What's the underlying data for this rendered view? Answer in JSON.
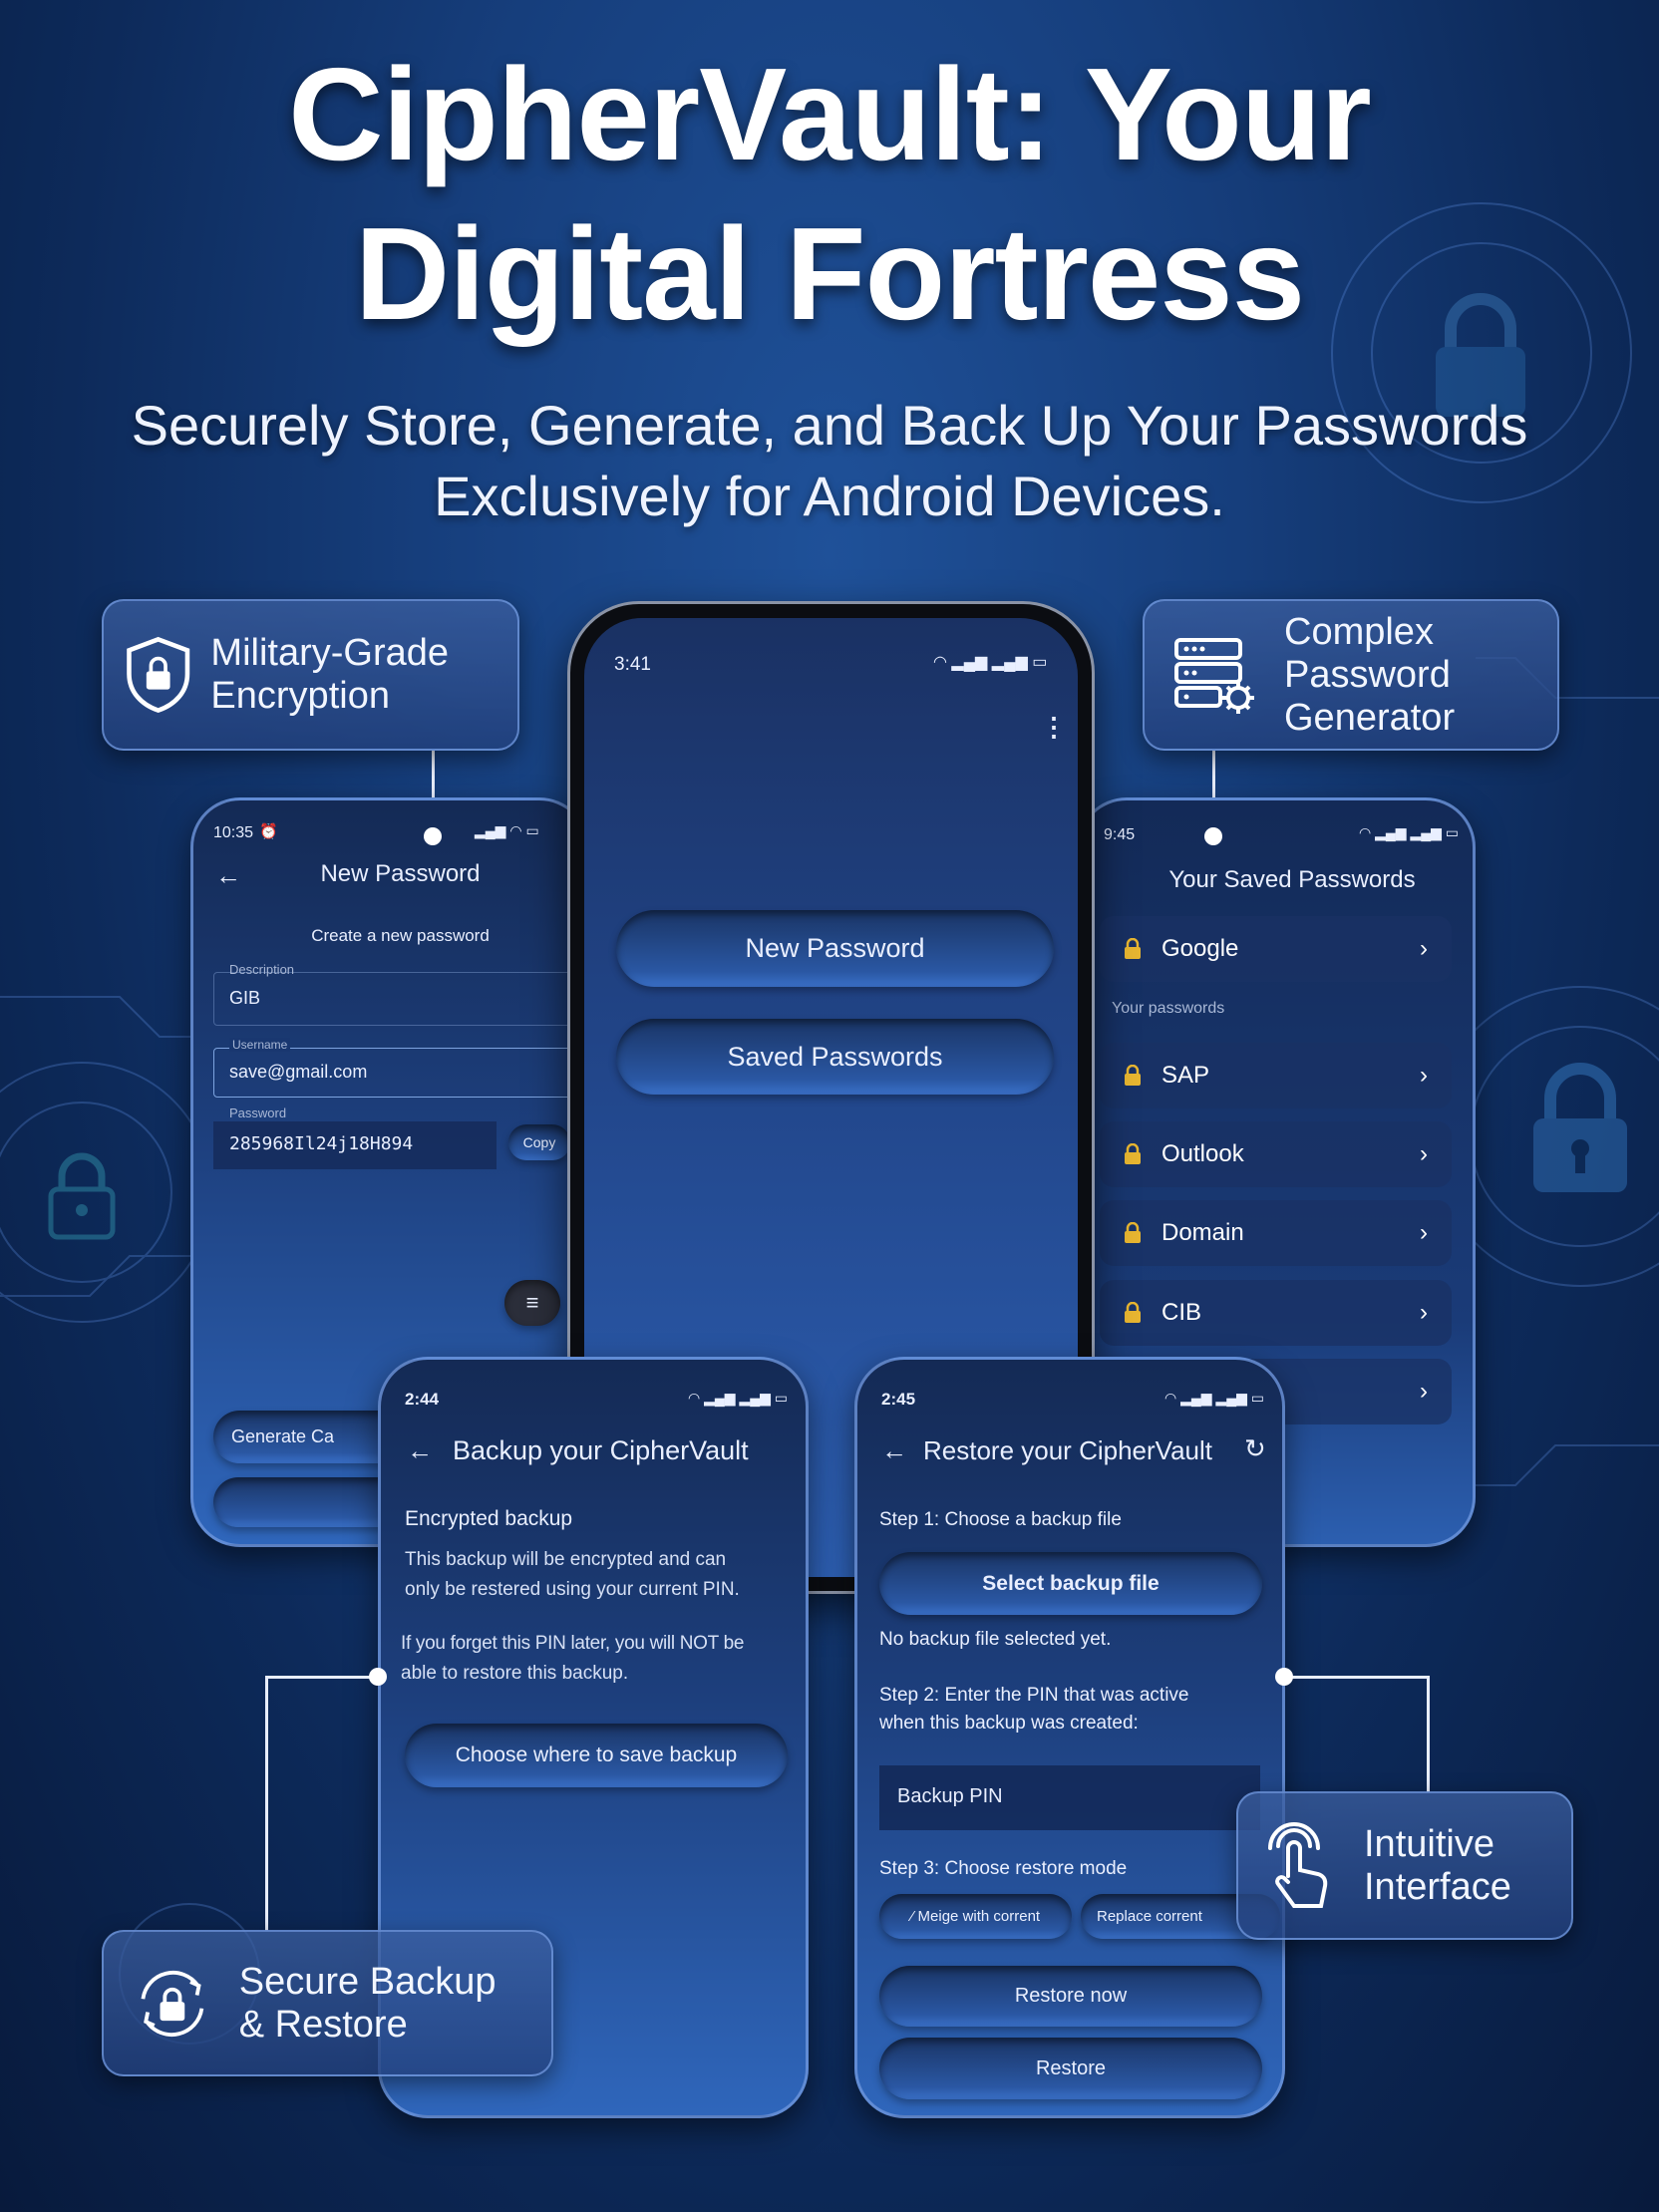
{
  "hero": {
    "title_line1": "CipherVault: Your",
    "title_line2": "Digital Fortress",
    "subtitle_line1": "Securely Store, Generate, and Back Up Your Passwords",
    "subtitle_line2": "Exclusively for Android Devices."
  },
  "callouts": {
    "encryption": "Military-Grade Encryption",
    "generator": "Complex Password Generator",
    "backup": "Secure Backup & Restore",
    "interface": "Intuitive Interface"
  },
  "new_password_screen": {
    "time": "10:35",
    "title": "New Password",
    "heading": "Create a new password",
    "description_label": "Description",
    "description_value": "GIB",
    "username_label": "Username",
    "username_value": "save@gmail.com",
    "password_label": "Password",
    "password_value": "285968Il24j18H894",
    "copy_label": "Copy",
    "generate_label": "Generate Ca"
  },
  "home_screen": {
    "time": "3:41",
    "new_password": "New Password",
    "saved_passwords": "Saved Passwords"
  },
  "saved_screen": {
    "time": "9:45",
    "title": "Your Saved Passwords",
    "section_label": "Your passwords",
    "items": [
      "Google",
      "SAP",
      "Outlook",
      "Domain",
      "CIB",
      ""
    ]
  },
  "backup_screen": {
    "time": "2:44",
    "title": "Backup your CipherVault",
    "heading": "Encrypted backup",
    "para1_line1": "This backup will be encrypted and can",
    "para1_line2": "only be restered using your current PIN.",
    "para2_line1": "If you forget this PIN later, you will NOT be",
    "para2_line2": "able to restore this backup.",
    "choose_button": "Choose where to save backup"
  },
  "restore_screen": {
    "time": "2:45",
    "title": "Restore your CipherVault",
    "step1": "Step 1: Choose a backup file",
    "select_button": "Select backup file",
    "no_file": "No backup file selected yet.",
    "step2_line1": "Step 2: Enter the PIN that was active",
    "step2_line2": "when this backup was created:",
    "pin_placeholder": "Backup PIN",
    "step3": "Step 3: Choose restore mode",
    "merge_chip": "⁄ Meige with corrent",
    "replace_chip": "Replace corrent",
    "restore_now": "Restore now",
    "restore": "Restore"
  },
  "colors": {
    "background": "#163e7c",
    "lock_accent": "#e8b631",
    "text": "#ffffff"
  }
}
